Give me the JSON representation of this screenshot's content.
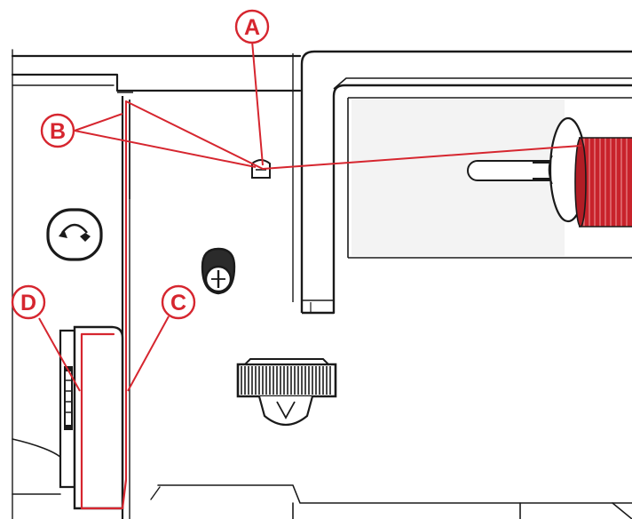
{
  "callouts": [
    {
      "id": "A",
      "label": "A"
    },
    {
      "id": "B",
      "label": "B"
    },
    {
      "id": "C",
      "label": "C"
    },
    {
      "id": "D",
      "label": "D"
    }
  ],
  "colors": {
    "thread": "#d6262f",
    "outline": "#1a1a1a",
    "machine_body": "#ffffff",
    "shading": "#f0f0f0",
    "spool_thread": "#c8222b"
  }
}
